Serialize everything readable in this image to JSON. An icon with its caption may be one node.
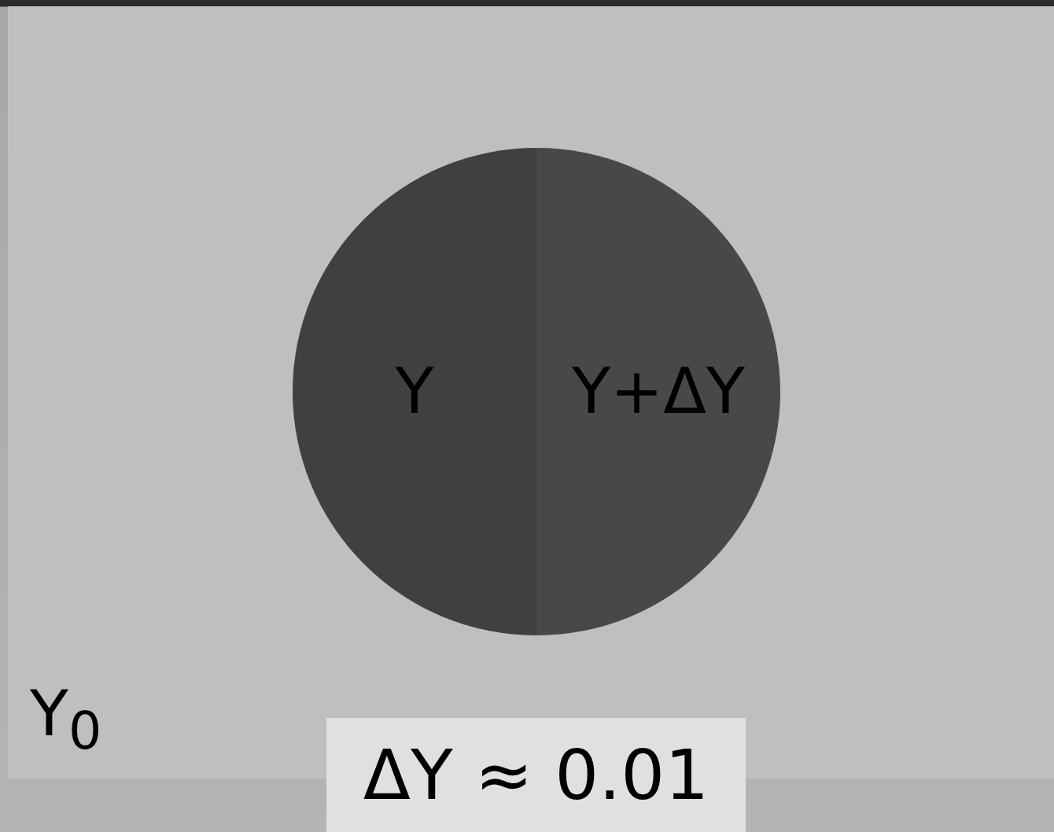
{
  "diagram": {
    "nodes": [
      {
        "text": [
          "Y$_{0}$"
        ]
      },
      {
        "text": [
          "Y"
        ],
        "in": 0
      },
      {
        "text": [
          "Y+ΔY"
        ],
        "in": 0
      },
      {
        "text": [
          "ΔY ≈ 0.01"
        ]
      }
    ]
  }
}
